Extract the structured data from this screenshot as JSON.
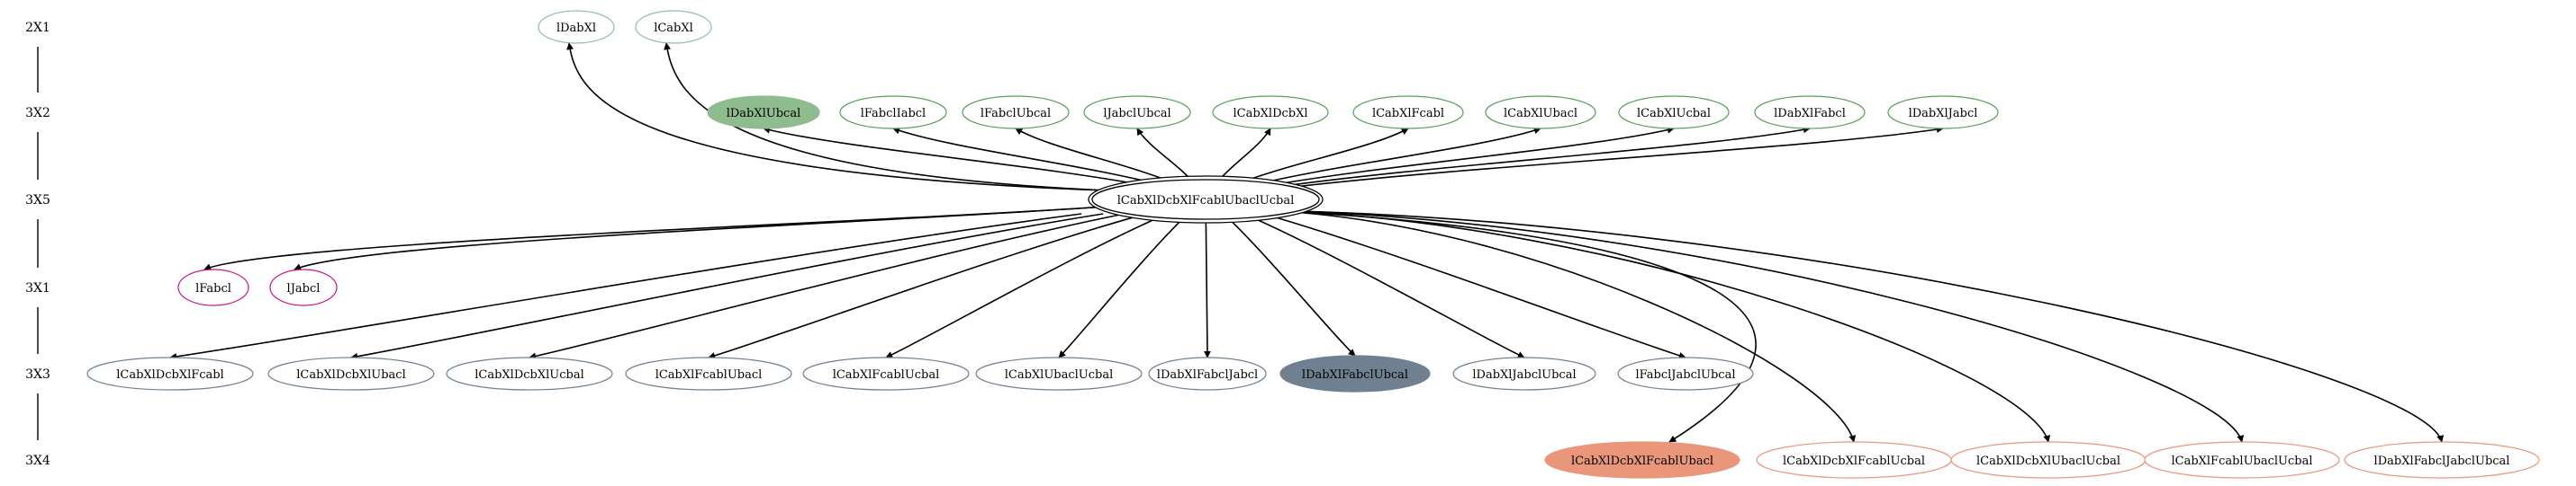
{
  "colors": {
    "edge": "#000000",
    "rank_outline": "#000000",
    "group_2x1": "#8fbcbb",
    "group_3x2": "#5aa05a",
    "group_3x2_filled": "#8fbc8f",
    "group_3x1": "#c71585",
    "group_3x3": "#708090",
    "group_3x3_filled": "#708090",
    "group_3x4": "#e9967a",
    "group_3x4_filled": "#e9967a"
  },
  "ranks": [
    {
      "id": "r2x1",
      "label": "2X1"
    },
    {
      "id": "r3x2",
      "label": "3X2"
    },
    {
      "id": "r3x5",
      "label": "3X5"
    },
    {
      "id": "r3x1",
      "label": "3X1"
    },
    {
      "id": "r3x3",
      "label": "3X3"
    },
    {
      "id": "r3x4",
      "label": "3X4"
    }
  ],
  "center": {
    "id": "c",
    "label": "lCabXlDcbXlFcablUbaclUcbal"
  },
  "nodes": [
    {
      "id": "n2x1a",
      "rank": "r2x1",
      "label": "lDabXl",
      "style": "outline",
      "group": "group_2x1"
    },
    {
      "id": "n2x1b",
      "rank": "r2x1",
      "label": "lCabXl",
      "style": "outline",
      "group": "group_2x1"
    },
    {
      "id": "n3x2a",
      "rank": "r3x2",
      "label": "lDabXlUbcal",
      "style": "filled",
      "group": "group_3x2_filled"
    },
    {
      "id": "n3x2b",
      "rank": "r3x2",
      "label": "lFabclIabcl",
      "style": "outline",
      "group": "group_3x2"
    },
    {
      "id": "n3x2c",
      "rank": "r3x2",
      "label": "lFabclUbcal",
      "style": "outline",
      "group": "group_3x2"
    },
    {
      "id": "n3x2d",
      "rank": "r3x2",
      "label": "lJabclUbcal",
      "style": "outline",
      "group": "group_3x2"
    },
    {
      "id": "n3x2e",
      "rank": "r3x2",
      "label": "lCabXlDcbXl",
      "style": "outline",
      "group": "group_3x2"
    },
    {
      "id": "n3x2f",
      "rank": "r3x2",
      "label": "lCabXlFcabl",
      "style": "outline",
      "group": "group_3x2"
    },
    {
      "id": "n3x2g",
      "rank": "r3x2",
      "label": "lCabXlUbacl",
      "style": "outline",
      "group": "group_3x2"
    },
    {
      "id": "n3x2h",
      "rank": "r3x2",
      "label": "lCabXlUcbal",
      "style": "outline",
      "group": "group_3x2"
    },
    {
      "id": "n3x2i",
      "rank": "r3x2",
      "label": "lDabXlFabcl",
      "style": "outline",
      "group": "group_3x2"
    },
    {
      "id": "n3x2j",
      "rank": "r3x2",
      "label": "lDabXlJabcl",
      "style": "outline",
      "group": "group_3x2"
    },
    {
      "id": "n3x1a",
      "rank": "r3x1",
      "label": "lFabcl",
      "style": "outline",
      "group": "group_3x1"
    },
    {
      "id": "n3x1b",
      "rank": "r3x1",
      "label": "lJabcl",
      "style": "outline",
      "group": "group_3x1"
    },
    {
      "id": "n3x3a",
      "rank": "r3x3",
      "label": "lCabXlDcbXlFcabl",
      "style": "outline",
      "group": "group_3x3"
    },
    {
      "id": "n3x3b",
      "rank": "r3x3",
      "label": "lCabXlDcbXlUbacl",
      "style": "outline",
      "group": "group_3x3"
    },
    {
      "id": "n3x3c",
      "rank": "r3x3",
      "label": "lCabXlDcbXlUcbal",
      "style": "outline",
      "group": "group_3x3"
    },
    {
      "id": "n3x3d",
      "rank": "r3x3",
      "label": "lCabXlFcablUbacl",
      "style": "outline",
      "group": "group_3x3"
    },
    {
      "id": "n3x3e",
      "rank": "r3x3",
      "label": "lCabXlFcablUcbal",
      "style": "outline",
      "group": "group_3x3"
    },
    {
      "id": "n3x3f",
      "rank": "r3x3",
      "label": "lCabXlUbaclUcbal",
      "style": "outline",
      "group": "group_3x3"
    },
    {
      "id": "n3x3g",
      "rank": "r3x3",
      "label": "lDabXlFabclJabcl",
      "style": "outline",
      "group": "group_3x3"
    },
    {
      "id": "n3x3h",
      "rank": "r3x3",
      "label": "lDabXlFabclUbcal",
      "style": "filled",
      "group": "group_3x3_filled"
    },
    {
      "id": "n3x3i",
      "rank": "r3x3",
      "label": "lDabXlJabclUbcal",
      "style": "outline",
      "group": "group_3x3"
    },
    {
      "id": "n3x3j",
      "rank": "r3x3",
      "label": "lFabclJabclUbcal",
      "style": "outline",
      "group": "group_3x3"
    },
    {
      "id": "n3x4a",
      "rank": "r3x4",
      "label": "lCabXlDcbXlFcablUbacl",
      "style": "filled",
      "group": "group_3x4_filled"
    },
    {
      "id": "n3x4b",
      "rank": "r3x4",
      "label": "lCabXlDcbXlFcablUcbal",
      "style": "outline",
      "group": "group_3x4"
    },
    {
      "id": "n3x4c",
      "rank": "r3x4",
      "label": "lCabXlDcbXlUbaclUcbal",
      "style": "outline",
      "group": "group_3x4"
    },
    {
      "id": "n3x4d",
      "rank": "r3x4",
      "label": "lCabXlFcablUbaclUcbal",
      "style": "outline",
      "group": "group_3x4"
    },
    {
      "id": "n3x4e",
      "rank": "r3x4",
      "label": "lDabXlFabclJabclUbcal",
      "style": "outline",
      "group": "group_3x4"
    }
  ]
}
